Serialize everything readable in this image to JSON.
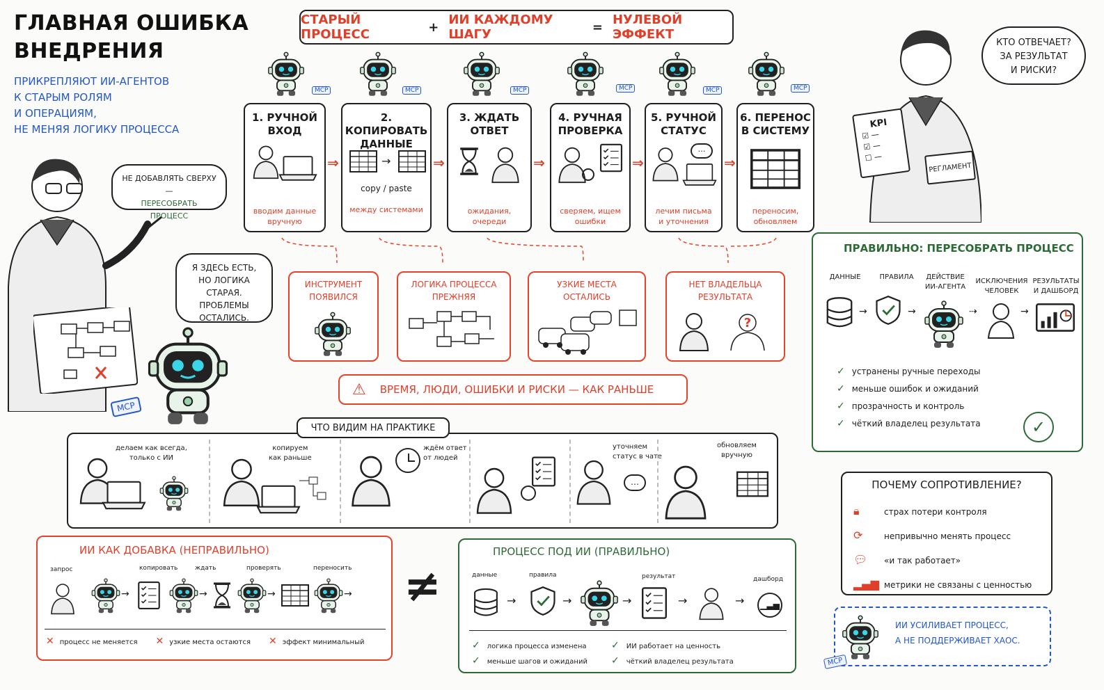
{
  "title_line1": "ГЛАВНАЯ ОШИБКА",
  "title_line2": "ВНЕДРЕНИЯ",
  "subtitle_lines": [
    "ПРИКРЕПЛЯЮТ ИИ-АГЕНТОВ",
    "К СТАРЫМ РОЛЯМ",
    "И ОПЕРАЦИЯМ,",
    "НЕ МЕНЯЯ ЛОГИКУ ПРОЦЕССА"
  ],
  "formula": {
    "part1": "СТАРЫЙ ПРОЦЕСС",
    "plus": "+",
    "part2": "ИИ КАЖДОМУ ШАГУ",
    "eq": "=",
    "part3": "НУЛЕВОЙ ЭФФЕКТ"
  },
  "mcp": "MCP",
  "steps": [
    {
      "title1": "1. РУЧНОЙ",
      "title2": "ВХОД",
      "sub1": "вводим данные",
      "sub2": "вручную"
    },
    {
      "title1": "2. КОПИРОВАТЬ",
      "title2": "ДАННЫЕ",
      "extra": "copy / paste",
      "sub1": "между системами",
      "sub2": ""
    },
    {
      "title1": "3. ЖДАТЬ",
      "title2": "ОТВЕТ",
      "sub1": "ожидания,",
      "sub2": "очереди"
    },
    {
      "title1": "4. РУЧНАЯ",
      "title2": "ПРОВЕРКА",
      "sub1": "сверяем, ищем",
      "sub2": "ошибки"
    },
    {
      "title1": "5. РУЧНОЙ",
      "title2": "СТАТУС",
      "sub1": "лечим письма",
      "sub2": "и уточнения"
    },
    {
      "title1": "6. ПЕРЕНОС",
      "title2": "В СИСТЕМУ",
      "sub1": "переносим,",
      "sub2": "обновляем"
    }
  ],
  "bubble_left": {
    "line1": "НЕ ДОБАВЛЯТЬ СВЕРХУ —",
    "line2": "ПЕРЕСОБРАТЬ ПРОЦЕСС"
  },
  "bubble_robot": [
    "Я ЗДЕСЬ ЕСТЬ,",
    "НО ЛОГИКА СТАРАЯ.",
    "ПРОБЛЕМЫ",
    "ОСТАЛИСЬ."
  ],
  "bubble_right": [
    "КТО ОТВЕЧАЕТ?",
    "ЗА РЕЗУЛЬТАТ",
    "И РИСКИ?"
  ],
  "clipboard_kpi": "KPI",
  "book_label": "РЕГЛАМЕНТ",
  "outcomes": [
    {
      "line1": "ИНСТРУМЕНТ",
      "line2": "ПОЯВИЛСЯ"
    },
    {
      "line1": "ЛОГИКА ПРОЦЕССА",
      "line2": "ПРЕЖНЯЯ"
    },
    {
      "line1": "УЗКИЕ МЕСТА",
      "line2": "ОСТАЛИСЬ"
    },
    {
      "line1": "НЕТ ВЛАДЕЛЬЦА",
      "line2": "РЕЗУЛЬТАТА"
    }
  ],
  "warning_bar": "ВРЕМЯ, ЛЮДИ, ОШИБКИ И РИСКИ — КАК РАНЬШЕ",
  "practice": {
    "title": "ЧТО ВИДИМ НА ПРАКТИКЕ",
    "items": [
      {
        "line1": "делаем как всегда,",
        "line2": "только с ИИ"
      },
      {
        "line1": "копируем",
        "line2": "как раньше"
      },
      {
        "line1": "ждём ответ",
        "line2": "от людей"
      },
      {
        "line1": "",
        "line2": ""
      },
      {
        "line1": "уточняем",
        "line2": "статус в чате"
      },
      {
        "line1": "обновляем",
        "line2": "вручную"
      }
    ]
  },
  "right_panel": {
    "title": "ПРАВИЛЬНО: ПЕРЕСОБРАТЬ ПРОЦЕСС",
    "flow": [
      {
        "line1": "ДАННЫЕ",
        "line2": ""
      },
      {
        "line1": "ПРАВИЛА",
        "line2": ""
      },
      {
        "line1": "ДЕЙСТВИЕ",
        "line2": "ИИ-АГЕНТА"
      },
      {
        "line1": "ИСКЛЮЧЕНИЯ",
        "line2": "ЧЕЛОВЕК"
      },
      {
        "line1": "РЕЗУЛЬТАТЫ",
        "line2": "И ДАШБОРД"
      }
    ],
    "checks": [
      "устранены ручные переходы",
      "меньше ошибок и ожиданий",
      "прозрачность и контроль",
      "чёткий владелец результата"
    ]
  },
  "resistance": {
    "title": "ПОЧЕМУ СОПРОТИВЛЕНИЕ?",
    "items": [
      "страх потери контроля",
      "непривычно менять процесс",
      "«и так работает»",
      "метрики не связаны с ценностью"
    ]
  },
  "bottom_wrong": {
    "title": "ИИ КАК ДОБАВКА (НЕПРАВИЛЬНО)",
    "labels": [
      "запрос",
      "копировать",
      "ждать",
      "проверять",
      "переносить"
    ],
    "bad": [
      "процесс не меняется",
      "узкие места остаются",
      "эффект минимальный"
    ]
  },
  "neq": "≠",
  "bottom_right": {
    "title": "ПРОЦЕСС ПОД ИИ (ПРАВИЛЬНО)",
    "labels": [
      "данные",
      "правила",
      "результат",
      "дашборд"
    ],
    "good": [
      "логика процесса изменена",
      "меньше шагов и ожиданий",
      "ИИ работает на ценность",
      "чёткий владелец результата"
    ]
  },
  "note_box": {
    "line1": "ИИ УСИЛИВАЕТ ПРОЦЕСС,",
    "line2": "А НЕ ПОДДЕРЖИВАЕТ ХАОС."
  },
  "colors": {
    "accent_red": "#e0402a",
    "accent_green": "#2c6a36",
    "accent_blue": "#2457c9",
    "robot_green": "#cfe8d3"
  }
}
